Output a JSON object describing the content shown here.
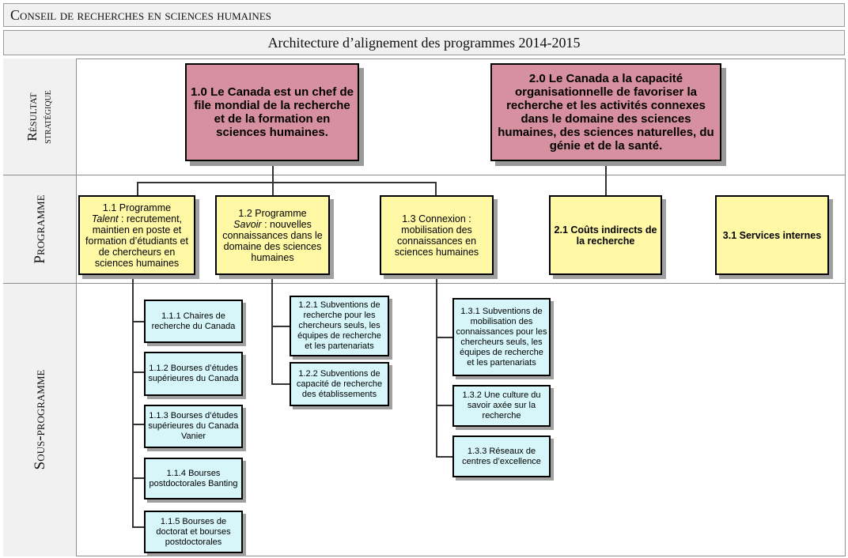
{
  "header": {
    "organization": "Conseil de recherches en sciences humaines",
    "title": "Architecture d’alignement des programmes 2014-2015"
  },
  "row_labels": {
    "strategic_line1": "Résultat",
    "strategic_line2": "stratégique",
    "program": "Programme",
    "subprogram": "Sous-programme"
  },
  "strategic_outcomes": [
    {
      "text": "1.0 Le Canada est un chef de file mondial de la recherche et de la formation en sciences humaines."
    },
    {
      "text": "2.0 Le Canada a la capacité organisationnelle de favoriser la recherche et les activités connexes dans le domaine des sciences humaines, des sciences naturelles, du génie et de la santé."
    }
  ],
  "programs": [
    {
      "num": "1.1 Programme",
      "em": "Talent",
      "rest": " : recrutement, maintien en poste et formation d’étudiants et de chercheurs en sciences humaines"
    },
    {
      "num": "1.2 Programme",
      "em": "Savoir",
      "rest": " : nouvelles connaissances dans le domaine des sciences humaines"
    },
    {
      "text": "1.3 Connexion : mobilisation des connaissances en sciences humaines"
    },
    {
      "text": "2.1 Coûts indirects de la recherche"
    },
    {
      "text": "3.1 Services internes"
    }
  ],
  "subprograms": {
    "p11": [
      "1.1.1 Chaires de recherche du Canada",
      "1.1.2 Bourses d’études supérieures du Canada",
      "1.1.3 Bourses d’études supérieures du Canada Vanier",
      "1.1.4 Bourses postdoctorales Banting",
      "1.1.5 Bourses de doctorat et bourses postdoctorales"
    ],
    "p12": [
      "1.2.1 Subventions de recherche pour les chercheurs seuls, les équipes de recherche et les partenariats",
      "1.2.2 Subventions de capacité de recherche des établissements"
    ],
    "p13": [
      "1.3.1 Subventions de mobilisation des connaissances pour les chercheurs seuls, les équipes de recherche et les partenariats",
      "1.3.2 Une culture du savoir axée sur la recherche",
      "1.3.3 Réseaux de centres d’excellence"
    ]
  },
  "colors": {
    "outcome_fill": "#d7909f",
    "program_fill": "#fff9a6",
    "subprogram_fill": "#d6f6fa",
    "label_band": "#f1f1f1"
  }
}
